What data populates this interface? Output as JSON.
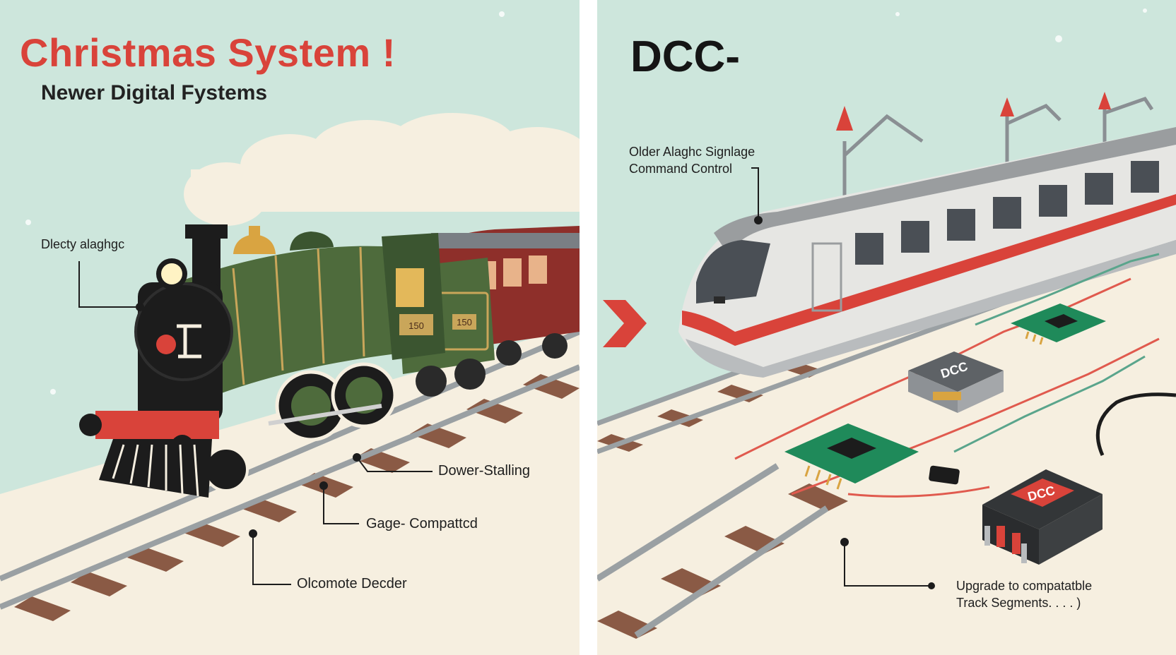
{
  "left_panel": {
    "title": "Christmas System !",
    "subtitle": "Newer Digital Fystems",
    "callouts": {
      "top": "Dlecty alaghgc",
      "mid": "Dower-Stalling",
      "gage": "Gage- Compattcd",
      "decoder": "Olcomote Decder"
    },
    "locomotive_plates": [
      "150",
      "150"
    ]
  },
  "right_panel": {
    "title": "DCC-",
    "callout_top_line1": "Older Alaghc Signlage",
    "callout_top_line2": "Command Control",
    "chip_labels": [
      "DCC",
      "DCC"
    ],
    "callout_bottom_line1": "Upgrade to compatatble",
    "callout_bottom_line2": "Track Segments. . . . )"
  },
  "colors": {
    "background": "#cde6dc",
    "accent_red": "#d9433a",
    "engine_green": "#4e6b3c",
    "pcb_green": "#1f8a5a"
  }
}
